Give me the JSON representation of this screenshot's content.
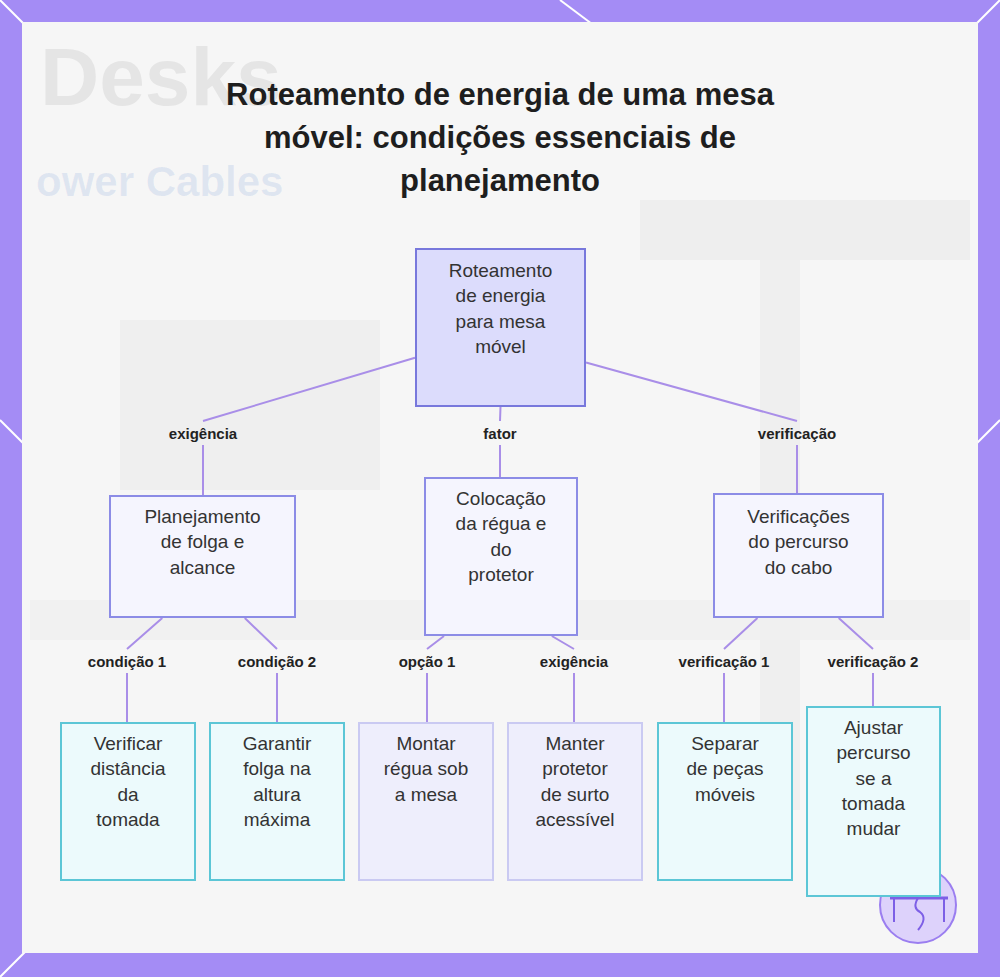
{
  "diagram": {
    "title": "Roteamento de energia de uma mesa móvel: condições essenciais de planejamento",
    "nodes": [
      {
        "text": [
          "Roteamento de energia para mesa móvel"
        ]
      },
      {
        "text": [
          "Planejamento de folga e alcance"
        ]
      },
      {
        "text": [
          "Colocação da régua e do protetor"
        ]
      },
      {
        "text": [
          "Verificações do percurso do cabo"
        ]
      },
      {
        "text": [
          "Verificar distância da tomada"
        ]
      },
      {
        "text": [
          "Garantir folga na altura máxima"
        ]
      },
      {
        "text": [
          "Montar régua sob a mesa"
        ]
      },
      {
        "text": [
          "Manter protetor de surto acessível"
        ]
      },
      {
        "text": [
          "Separar de peças móveis"
        ]
      },
      {
        "text": [
          "Ajustar percurso se a tomada mudar"
        ]
      }
    ],
    "edges": [
      {
        "from": 0,
        "to": 1,
        "arrow": "none",
        "label": "exigência"
      },
      {
        "from": 0,
        "to": 2,
        "arrow": "none",
        "label": "fator"
      },
      {
        "from": 0,
        "to": 3,
        "arrow": "none",
        "label": "verificação"
      },
      {
        "from": 1,
        "to": 4,
        "arrow": "none",
        "label": "condição 1"
      },
      {
        "from": 1,
        "to": 5,
        "arrow": "none",
        "label": "condição 2"
      },
      {
        "from": 2,
        "to": 6,
        "arrow": "none",
        "label": "opção 1"
      },
      {
        "from": 2,
        "to": 7,
        "arrow": "none",
        "label": "exigência"
      },
      {
        "from": 3,
        "to": 8,
        "arrow": "none",
        "label": "verificação 1"
      },
      {
        "from": 3,
        "to": 9,
        "arrow": "none",
        "label": "verificação 2"
      }
    ],
    "labels": [
      "Desks",
      "ower Cables"
    ]
  }
}
